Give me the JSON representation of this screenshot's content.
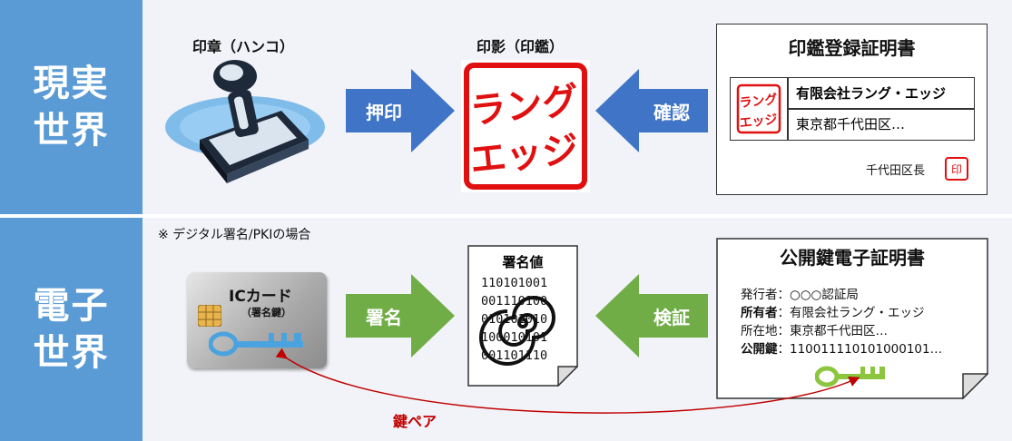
{
  "real_world": {
    "side_label": "現実世界",
    "stamp_label": "印章（ハンコ）",
    "impression_label": "印影（印鑑）",
    "impression_text": [
      "ラング",
      "エッジ"
    ],
    "arrow_press": "押印",
    "arrow_confirm": "確認",
    "certificate": {
      "title": "印鑑登録証明書",
      "stamp_text": [
        "ラング",
        "エッジ"
      ],
      "company": "有限会社ラング・エッジ",
      "address": "東京都千代田区…",
      "issuer": "千代田区長",
      "seal_char": "印"
    }
  },
  "digital_world": {
    "side_label": "電子世界",
    "note": "※ デジタル署名/PKIの場合",
    "card_title": "ICカード",
    "card_sub": "（署名鍵）",
    "arrow_sign": "署名",
    "signature_title": "署名値",
    "signature_lines": [
      "110101001",
      "001110100",
      "010101010",
      "100010101",
      "001101110"
    ],
    "arrow_verify": "検証",
    "certificate": {
      "title": "公開鍵電子証明書",
      "issuer_line": "発行者：○○○認証局",
      "owner_key": "所有者",
      "owner_value": "：有限会社ラング・エッジ",
      "location_line": "所在地：東京都千代田区…",
      "pubkey_key": "公開鍵",
      "pubkey_value": "：110011110101000101…"
    },
    "key_pair_label": "鍵ペア"
  },
  "colors": {
    "side_bg": "#5b9bd5",
    "arrow_blue": "#3f74c6",
    "arrow_green": "#70ad47",
    "stamp_red": "#e01010",
    "pair_red": "#c00000"
  }
}
